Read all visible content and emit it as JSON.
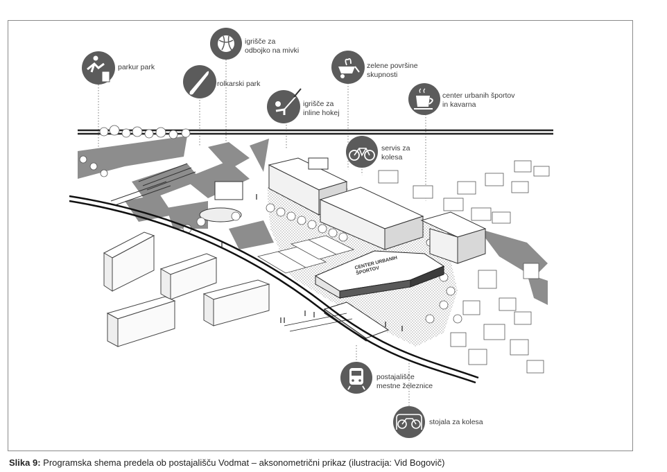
{
  "labels": {
    "parkour": "parkur park",
    "skate": "rolkarski park",
    "volley": "igrišče za\nodbojko na mivki",
    "hockey": "igrišče za\ninline hokej",
    "green": "zelene površine\nskupnosti",
    "center": "center urbanih športov\nin kavarna",
    "bike_service": "servis za\nkolesa",
    "station": "postajališče\nmestne železnice",
    "bike_rack": "stojala za kolesa"
  },
  "building_sign": "CENTER URBANIH\nŠPORTOV",
  "caption": {
    "prefix": "Slika 9:",
    "text": " Programska shema predela ob postajališču Vodmat – aksonometrični prikaz (ilustracija: Vid Bogovič)"
  },
  "icons": [
    "parkour-icon",
    "skateboard-icon",
    "volleyball-icon",
    "inline-hockey-icon",
    "wheelbarrow-icon",
    "coffee-cup-icon",
    "bicycle-icon",
    "train-icon",
    "bike-rack-icon"
  ],
  "colors": {
    "icon_circle": "#5b5b5b",
    "shade": "#8d8d8d",
    "dark_facade": "#3c3c3c"
  }
}
